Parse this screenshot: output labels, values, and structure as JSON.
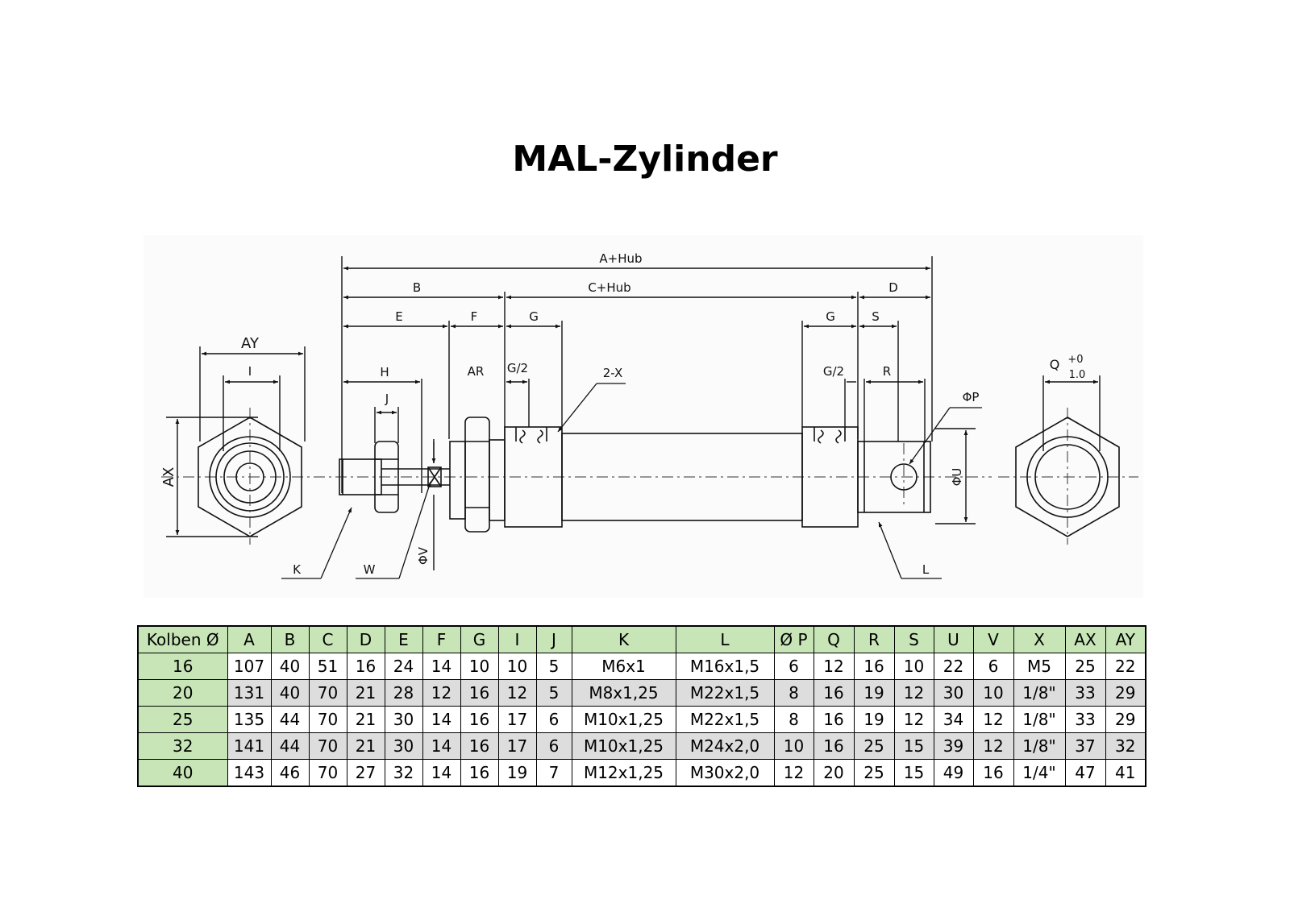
{
  "title": "MAL-Zylinder",
  "drawing": {
    "labels": {
      "a_hub": "A+Hub",
      "b": "B",
      "c_hub": "C+Hub",
      "d": "D",
      "e": "E",
      "f": "F",
      "g_left": "G",
      "g_right": "G",
      "s": "S",
      "ay": "AY",
      "i": "I",
      "h": "H",
      "ar": "AR",
      "g2_left": "G/2",
      "two_x": "2-X",
      "g2_right": "G/2",
      "r": "R",
      "phi_p": "ΦP",
      "q": "Q",
      "q_tol_upper": "+0",
      "q_tol_lower": "1.0",
      "j": "J",
      "ax": "AX",
      "phi_u": "ΦU",
      "k": "K",
      "w": "W",
      "phi_v": "ΦV",
      "l": "L"
    }
  },
  "table": {
    "headers": [
      "Kolben Ø",
      "A",
      "B",
      "C",
      "D",
      "E",
      "F",
      "G",
      "I",
      "J",
      "K",
      "L",
      "Ø P",
      "Q",
      "R",
      "S",
      "U",
      "V",
      "X",
      "AX",
      "AY"
    ],
    "rows": [
      [
        "16",
        "107",
        "40",
        "51",
        "16",
        "24",
        "14",
        "10",
        "10",
        "5",
        "M6x1",
        "M16x1,5",
        "6",
        "12",
        "16",
        "10",
        "22",
        "6",
        "M5",
        "25",
        "22"
      ],
      [
        "20",
        "131",
        "40",
        "70",
        "21",
        "28",
        "12",
        "16",
        "12",
        "5",
        "M8x1,25",
        "M22x1,5",
        "8",
        "16",
        "19",
        "12",
        "30",
        "10",
        "1/8\"",
        "33",
        "29"
      ],
      [
        "25",
        "135",
        "44",
        "70",
        "21",
        "30",
        "14",
        "16",
        "17",
        "6",
        "M10x1,25",
        "M22x1,5",
        "8",
        "16",
        "19",
        "12",
        "34",
        "12",
        "1/8\"",
        "33",
        "29"
      ],
      [
        "32",
        "141",
        "44",
        "70",
        "21",
        "30",
        "14",
        "16",
        "17",
        "6",
        "M10x1,25",
        "M24x2,0",
        "10",
        "16",
        "25",
        "15",
        "39",
        "12",
        "1/8\"",
        "37",
        "32"
      ],
      [
        "40",
        "143",
        "46",
        "70",
        "27",
        "32",
        "14",
        "16",
        "19",
        "7",
        "M12x1,25",
        "M30x2,0",
        "12",
        "20",
        "25",
        "15",
        "49",
        "16",
        "1/4\"",
        "47",
        "41"
      ]
    ]
  }
}
